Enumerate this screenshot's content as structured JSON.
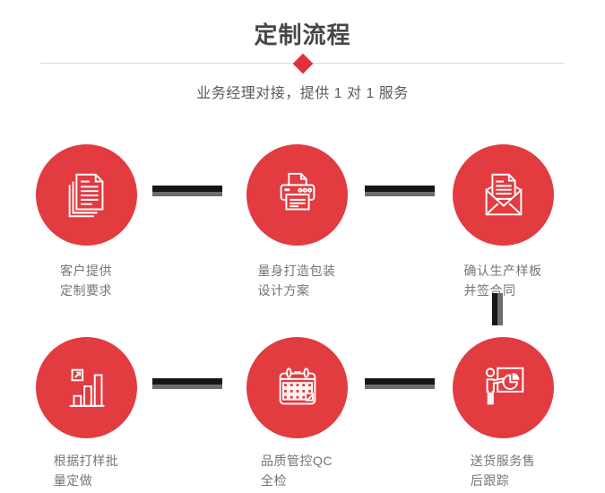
{
  "header": {
    "title": "定制流程",
    "subtitle": "业务经理对接，提供 1 对 1 服务"
  },
  "colors": {
    "accent_red": "#E23B40",
    "diamond_red": "#E22F3B",
    "title_text": "#474747",
    "subtitle_text": "#5A5A5A",
    "label_text": "#757575",
    "divider_gray": "#DBDBDB",
    "connector_black": "#161616",
    "connector_gray": "#6D6D6D",
    "icon_stroke": "#FFFFFF",
    "background": "#FFFFFF"
  },
  "steps": [
    {
      "icon": "documents-icon",
      "line1": "客户提供",
      "line2": "定制要求"
    },
    {
      "icon": "printer-icon",
      "line1": "量身打造包装",
      "line2": "设计方案"
    },
    {
      "icon": "envelope-icon",
      "line1": "确认生产样板",
      "line2": "并签合同"
    },
    {
      "icon": "bar-chart-icon",
      "line1": "根据打样批",
      "line2": "量定做"
    },
    {
      "icon": "calendar-icon",
      "line1": "品质管控QC",
      "line2": "全检"
    },
    {
      "icon": "presentation-icon",
      "line1": "送货服务售",
      "line2": "后跟踪"
    }
  ]
}
